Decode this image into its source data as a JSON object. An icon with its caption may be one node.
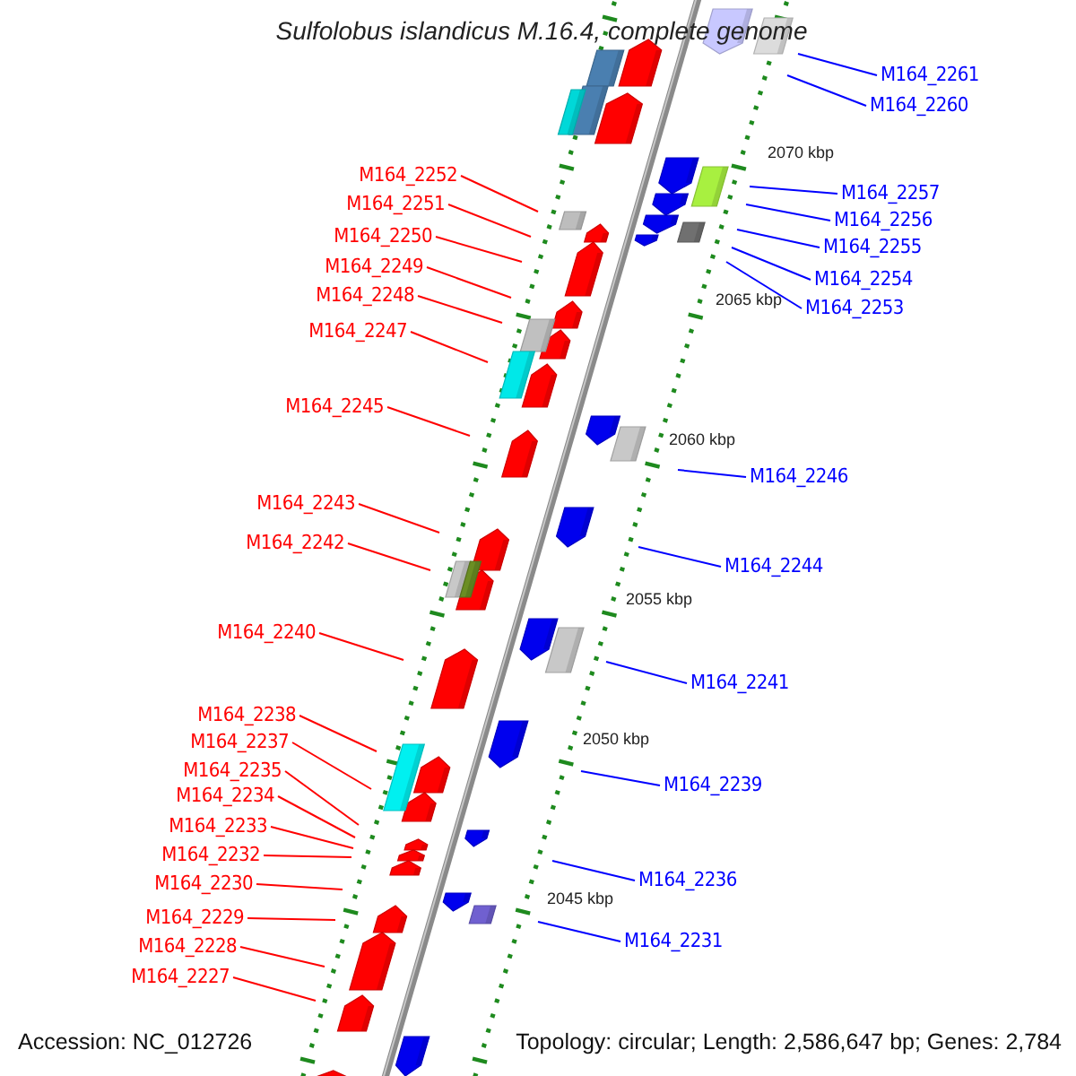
{
  "diagram": {
    "title": "Sulfolobus islandicus M.16.4, complete genome",
    "nodes": [
      {
        "text": [
          "M164_2261"
        ]
      },
      {
        "text": [
          "M164_2260"
        ]
      },
      {
        "text": [
          "M164_2252"
        ]
      },
      {
        "text": [
          "M164_2251"
        ]
      },
      {
        "text": [
          "M164_2257"
        ]
      },
      {
        "text": [
          "M164_2256"
        ]
      },
      {
        "text": [
          "M164_2250"
        ]
      },
      {
        "text": [
          "M164_2255"
        ]
      },
      {
        "text": [
          "M164_2249"
        ]
      },
      {
        "text": [
          "M164_2254"
        ]
      },
      {
        "text": [
          "M164_2248"
        ]
      },
      {
        "text": [
          "M164_2253"
        ]
      },
      {
        "text": [
          "M164_2247"
        ]
      },
      {
        "text": [
          "M164_2245"
        ]
      },
      {
        "text": [
          "M164_2246"
        ]
      },
      {
        "text": [
          "M164_2243"
        ]
      },
      {
        "text": [
          "M164_2242"
        ]
      },
      {
        "text": [
          "M164_2244"
        ]
      },
      {
        "text": [
          "M164_2240"
        ]
      },
      {
        "text": [
          "M164_2241"
        ]
      },
      {
        "text": [
          "M164_2238"
        ]
      },
      {
        "text": [
          "M164_2237"
        ]
      },
      {
        "text": [
          "M164_2235"
        ]
      },
      {
        "text": [
          "M164_2239"
        ]
      },
      {
        "text": [
          "M164_2234"
        ]
      },
      {
        "text": [
          "M164_2233"
        ]
      },
      {
        "text": [
          "M164_2232"
        ]
      },
      {
        "text": [
          "M164_2236"
        ]
      },
      {
        "text": [
          "M164_2230"
        ]
      },
      {
        "text": [
          "M164_2229"
        ]
      },
      {
        "text": [
          "M164_2231"
        ]
      },
      {
        "text": [
          "M164_2228"
        ]
      },
      {
        "text": [
          "M164_2227"
        ]
      }
    ],
    "edges": [
      {
        "from": 0,
        "to": null,
        "arrow": "none",
        "color": "#0000ff"
      },
      {
        "from": 1,
        "to": null,
        "arrow": "none",
        "color": "#0000ff"
      },
      {
        "from": 2,
        "to": null,
        "arrow": "none"
      },
      {
        "from": 3,
        "to": null,
        "arrow": "none"
      },
      {
        "from": 4,
        "to": null,
        "arrow": "none",
        "color": "#0000ff"
      },
      {
        "from": 5,
        "to": null,
        "arrow": "none",
        "color": "#0000ff"
      },
      {
        "from": 6,
        "to": null,
        "arrow": "none"
      },
      {
        "from": 7,
        "to": null,
        "arrow": "none",
        "color": "#0000ff"
      },
      {
        "from": 8,
        "to": null,
        "arrow": "none"
      },
      {
        "from": 9,
        "to": null,
        "arrow": "none",
        "color": "#0000ff"
      },
      {
        "from": 10,
        "to": null,
        "arrow": "none"
      },
      {
        "from": 11,
        "to": null,
        "arrow": "none",
        "color": "#0000ff"
      },
      {
        "from": 12,
        "to": null,
        "arrow": "none"
      },
      {
        "from": 13,
        "to": null,
        "arrow": "none"
      },
      {
        "from": 14,
        "to": null,
        "arrow": "none",
        "color": "#0000ff"
      },
      {
        "from": 15,
        "to": null,
        "arrow": "none"
      },
      {
        "from": 16,
        "to": null,
        "arrow": "none"
      },
      {
        "from": 17,
        "to": null,
        "arrow": "none",
        "color": "#0000ff"
      },
      {
        "from": 18,
        "to": null,
        "arrow": "none"
      },
      {
        "from": 19,
        "to": null,
        "arrow": "none",
        "color": "#0000ff"
      },
      {
        "from": 20,
        "to": null,
        "arrow": "none"
      },
      {
        "from": 21,
        "to": null,
        "arrow": "none"
      },
      {
        "from": 22,
        "to": null,
        "arrow": "none"
      },
      {
        "from": 23,
        "to": null,
        "arrow": "none",
        "color": "#0000ff"
      },
      {
        "from": 24,
        "to": null,
        "arrow": "none"
      },
      {
        "from": 25,
        "to": null,
        "arrow": "none"
      },
      {
        "from": 26,
        "to": null,
        "arrow": "none"
      },
      {
        "from": 27,
        "to": null,
        "arrow": "none",
        "color": "#0000ff"
      },
      {
        "from": 28,
        "to": null,
        "arrow": "none"
      },
      {
        "from": 29,
        "to": null,
        "arrow": "none"
      },
      {
        "from": 30,
        "to": null,
        "arrow": "none",
        "color": "#0000ff"
      },
      {
        "from": 31,
        "to": null,
        "arrow": "none"
      },
      {
        "from": 32,
        "to": null,
        "arrow": "none"
      }
    ],
    "labels": [
      "2070 kbp",
      "2065 kbp",
      "2060 kbp",
      "2055 kbp",
      "2050 kbp",
      "2045 kbp",
      "Accession: NC_012726",
      "Topology: circular; Length: 2,586,647 bp; Genes: 2,784"
    ]
  }
}
